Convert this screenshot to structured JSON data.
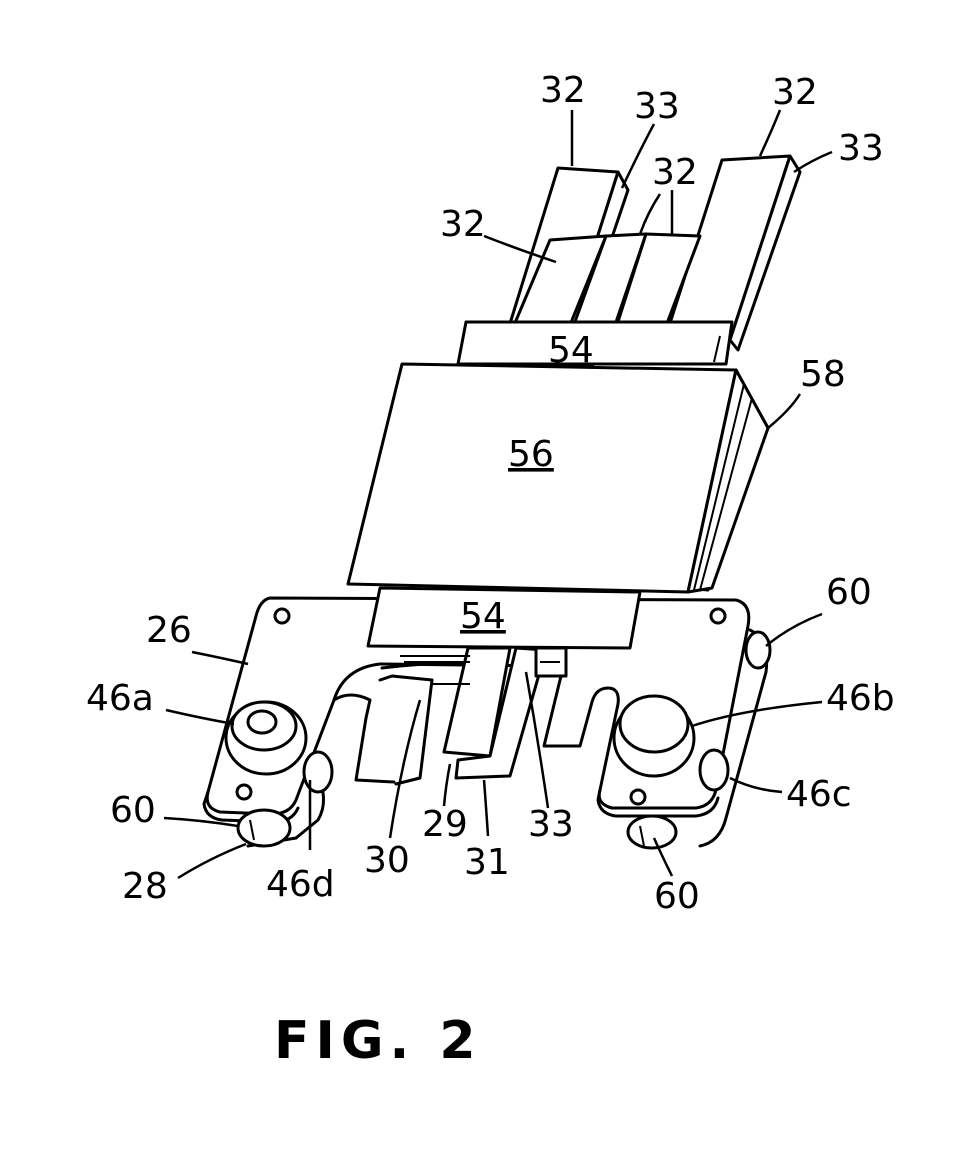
{
  "figure": {
    "caption": "FIG. 2",
    "labels": {
      "l32_a": "32",
      "l33_a": "33",
      "l32_b": "32",
      "l33_b": "33",
      "l32_c": "32",
      "l32_d": "32",
      "l54_top": "54",
      "l58": "58",
      "l56": "56",
      "l60_tr": "60",
      "l26": "26",
      "l54_bottom": "54",
      "l46a": "46a",
      "l46b": "46b",
      "l46c": "46c",
      "l60_left": "60",
      "l28": "28",
      "l46d": "46d",
      "l30": "30",
      "l29": "29",
      "l31": "31",
      "l33_c": "33",
      "l60_bottom": "60"
    }
  }
}
